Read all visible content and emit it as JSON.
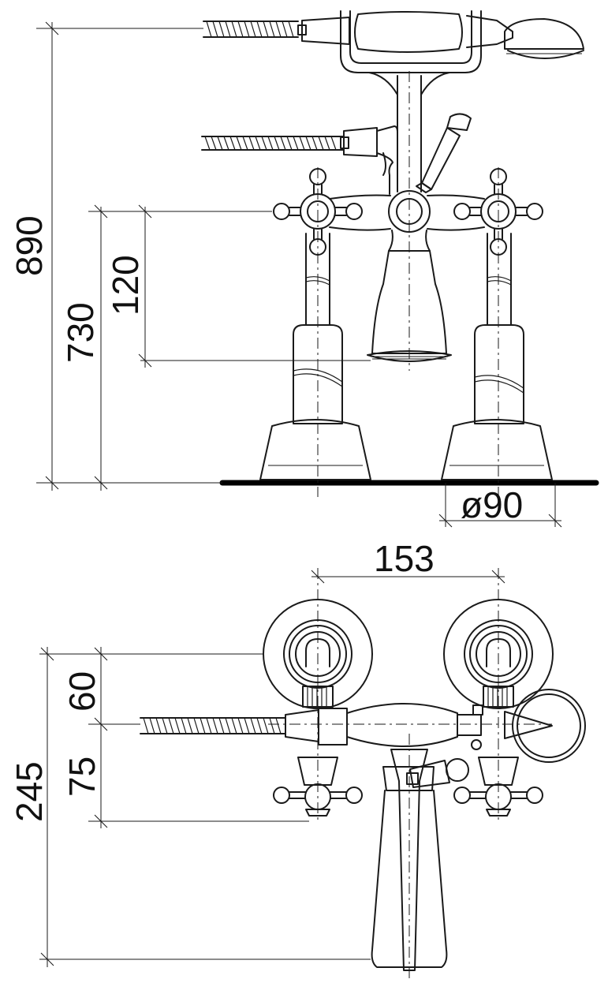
{
  "dimensions": {
    "total_height": "890",
    "deck_to_handle": "730",
    "spout_drop": "120",
    "base_diameter": "ø90",
    "centers": "153",
    "projection_total": "245",
    "offset_60": "60",
    "offset_75": "75"
  }
}
